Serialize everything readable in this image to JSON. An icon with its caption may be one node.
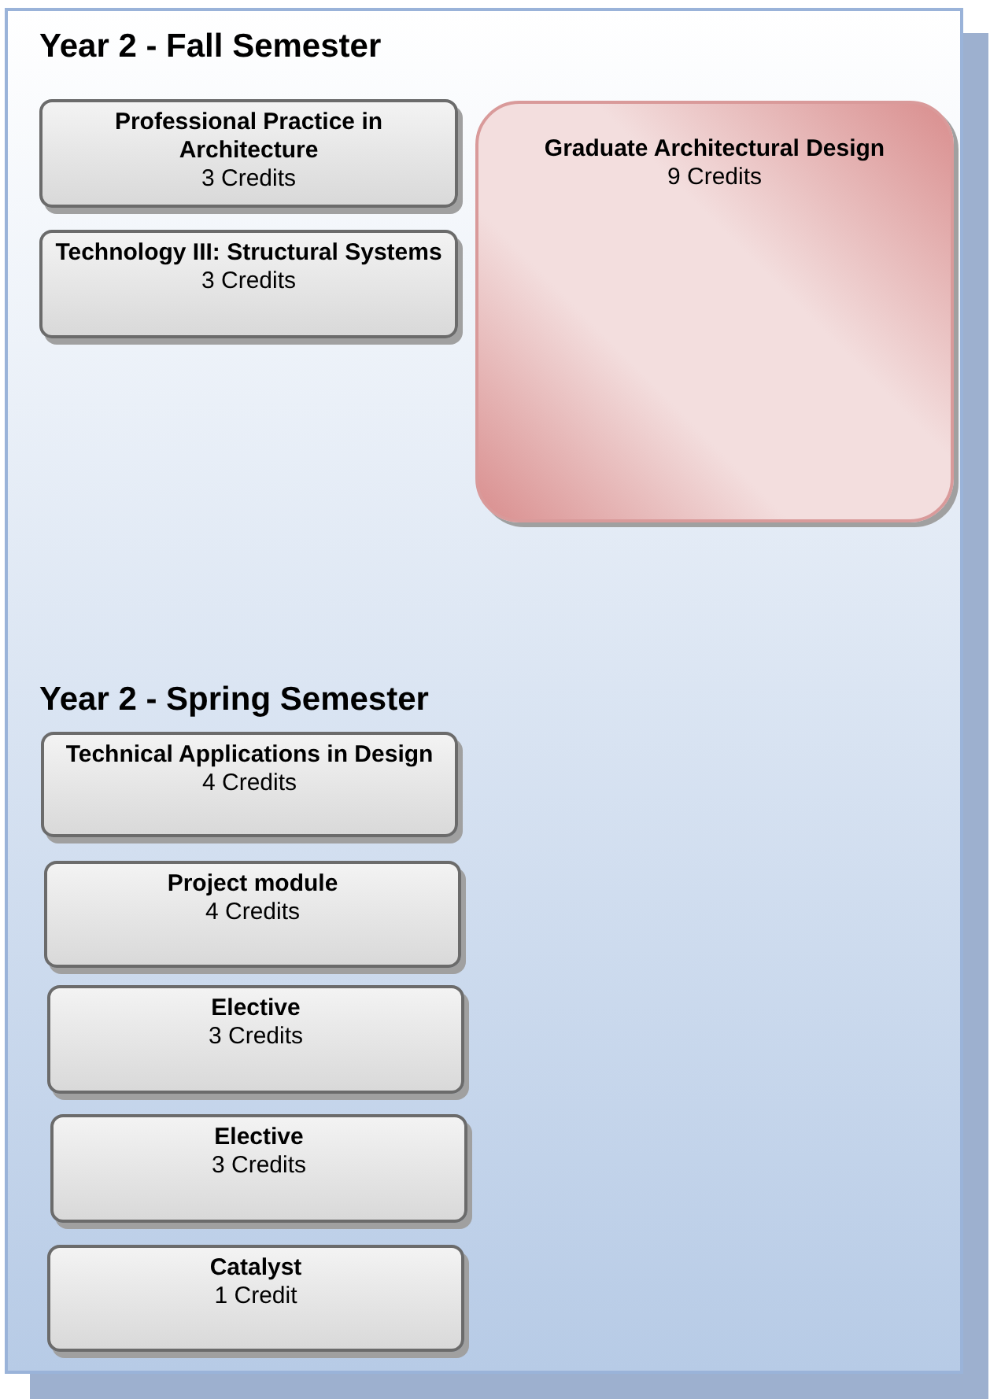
{
  "diagram": {
    "nodes": [
      {
        "text": [
          "Year 2 - Fall Semester",
          "Year 2 - Spring Semester"
        ]
      },
      {
        "text": [
          "Professional Practice in Architecture",
          "3 Credits"
        ],
        "in": 0
      },
      {
        "text": [
          "Technology III: Structural Systems",
          "3 Credits"
        ],
        "in": 0
      },
      {
        "text": [
          "Graduate Architectural Design",
          "9 Credits"
        ],
        "in": 0
      },
      {
        "text": [
          "Technical Applications in Design",
          "4 Credits"
        ],
        "in": 0
      },
      {
        "text": [
          "Project module",
          "4 Credits"
        ],
        "in": 0
      },
      {
        "text": [
          "Elective",
          "3 Credits"
        ],
        "in": 0
      },
      {
        "text": [
          "Elective",
          "3 Credits"
        ],
        "in": 0
      },
      {
        "text": [
          "Catalyst",
          "1 Credit"
        ],
        "in": 0
      }
    ]
  }
}
